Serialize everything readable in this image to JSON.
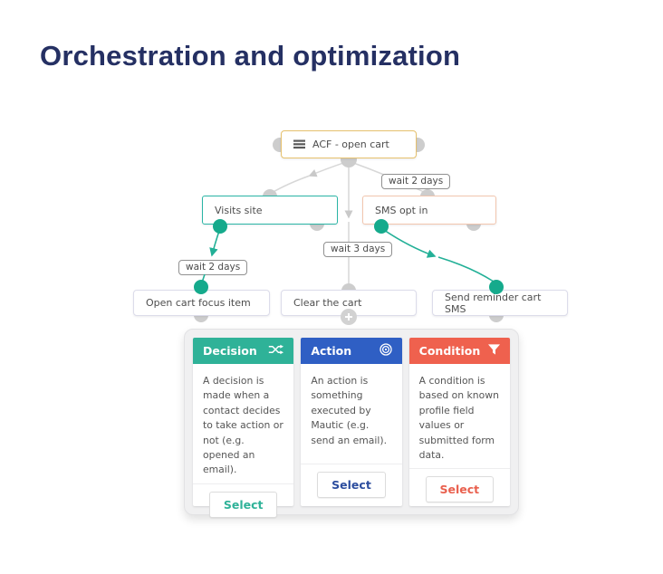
{
  "title": "Orchestration and optimization",
  "flow": {
    "source_node": {
      "label": "ACF - open cart",
      "icon": "list-icon"
    },
    "decision_nodes": [
      {
        "label": "Visits site"
      },
      {
        "label": "SMS opt in"
      }
    ],
    "action_nodes": [
      {
        "label": "Open cart focus item"
      },
      {
        "label": "Clear the cart"
      },
      {
        "label": "Send reminder cart SMS"
      }
    ],
    "wait_labels": [
      {
        "label": "wait 2 days"
      },
      {
        "label": "wait 3 days"
      },
      {
        "label": "wait 2 days"
      }
    ]
  },
  "modal": {
    "cards": [
      {
        "title": "Decision",
        "icon": "shuffle-icon",
        "header_color": "#2fb298",
        "description": "A decision is made when a contact decides to take action or not (e.g. opened an email).",
        "button_label": "Select",
        "button_color": "#2fb298"
      },
      {
        "title": "Action",
        "icon": "target-icon",
        "header_color": "#2f5fc4",
        "description": "An action is something executed by Mautic (e.g. send an email).",
        "button_label": "Select",
        "button_color": "#2c4d9e"
      },
      {
        "title": "Condition",
        "icon": "filter-icon",
        "header_color": "#ef614e",
        "description": "A condition is based on known profile field values or submitted form data.",
        "button_label": "Select",
        "button_color": "#e9604e"
      }
    ]
  },
  "colors": {
    "title_text": "#253063",
    "connector_gray": "#d7d7d7",
    "anchor_gray": "#cdcdcd",
    "connector_green": "#23b097",
    "anchor_green": "#15aa8c",
    "source_border": "#e6c16d",
    "visits_border": "#2ab5a5",
    "sms_border": "#f2c6ae"
  }
}
